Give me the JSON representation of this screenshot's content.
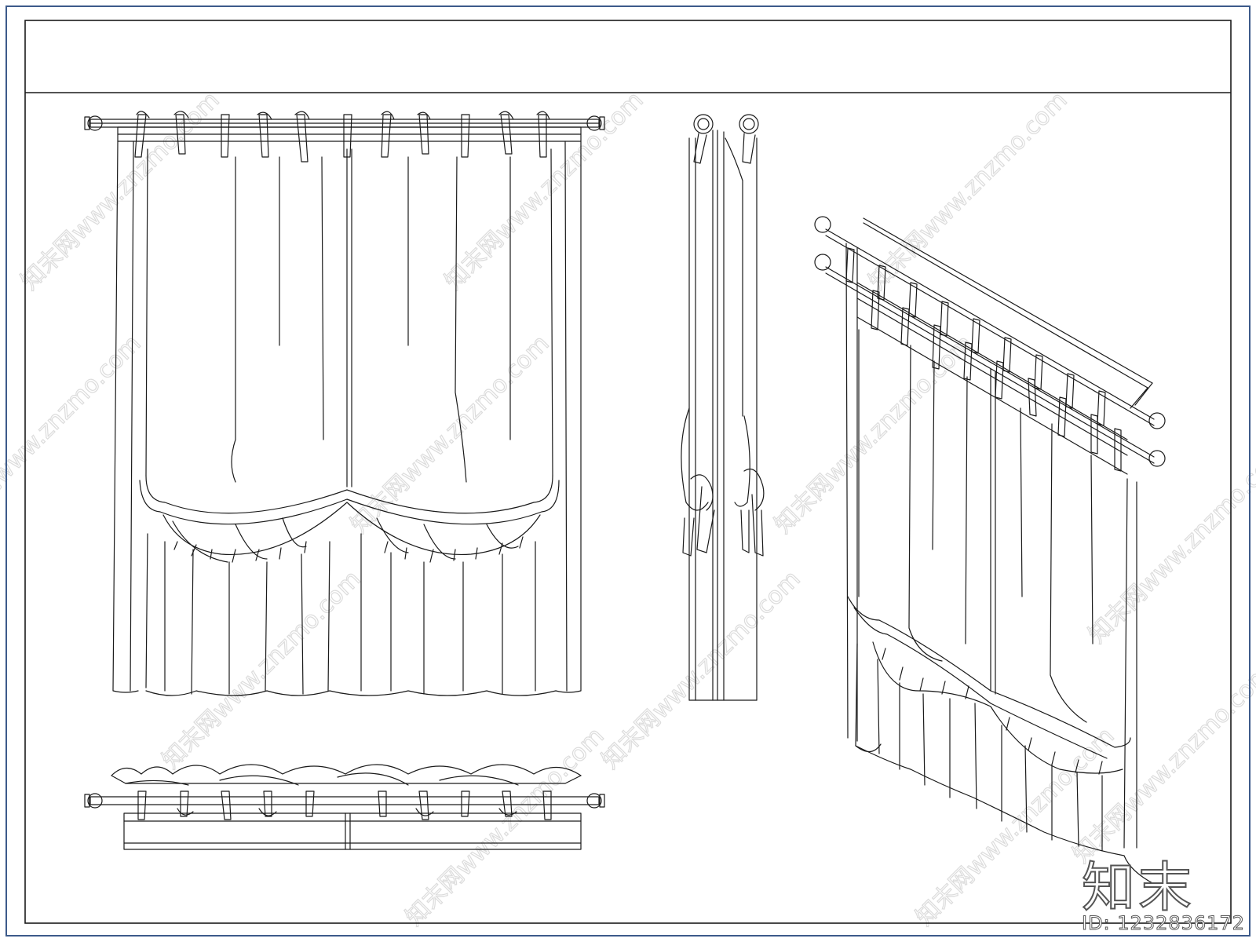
{
  "colors": {
    "line": "#1a1a1a",
    "frame_outer": "#3d5a8a",
    "frame_inner": "#1a1a1a",
    "watermark": "#dcdcdc",
    "brand_text": "#555555"
  },
  "watermark": {
    "text": "知末网www.znzmo.com"
  },
  "branding": {
    "logo": "知末",
    "id_label": "ID: 1232836172"
  },
  "views": {
    "front": "curtain-front-elevation",
    "side": "curtain-side-elevation",
    "top": "curtain-top-plan",
    "iso": "curtain-isometric"
  }
}
